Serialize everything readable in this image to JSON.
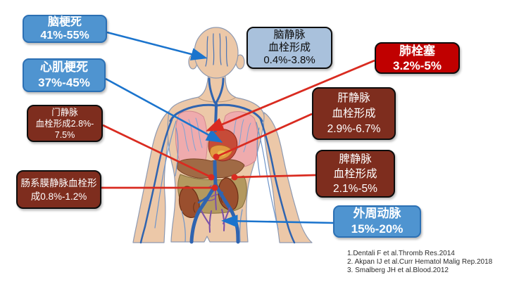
{
  "callouts": {
    "cerebral_infarction": {
      "line1": "脑梗死",
      "line2": "41%-55%"
    },
    "myocardial_infarction": {
      "line1": "心肌梗死",
      "line2": "37%-45%"
    },
    "portal_vein_thrombosis": {
      "line1": "门静脉",
      "line2": "血栓形成2.8%-",
      "line3": "7.5%"
    },
    "mesenteric_vein_thrombosis": {
      "line1": "肠系膜静脉血栓形",
      "line2": "成0.8%-1.2%"
    },
    "cerebral_venous_thrombosis": {
      "line1": "脑静脉",
      "line2": "血栓形成",
      "line3": "0.4%-3.8%"
    },
    "pulmonary_embolism": {
      "line1": "肺栓塞",
      "line2": "3.2%-5%"
    },
    "hepatic_vein_thrombosis": {
      "line1": "肝静脉",
      "line2": "血栓形成",
      "line3": "2.9%-6.7%"
    },
    "splenic_vein_thrombosis": {
      "line1": "脾静脉",
      "line2": "血栓形成",
      "line3": "2.1%-5%"
    },
    "peripheral_artery": {
      "line1": "外周动脉",
      "line2": "15%-20%"
    }
  },
  "references": [
    "1.Dentali F et al.Thromb Res.2014",
    "2. Akpan IJ et al.Curr Hematol Malig Rep.2018",
    "3. Smalberg JH et al.Blood.2012"
  ],
  "colors": {
    "blue_box": "#4f94d0",
    "blue_border": "#2c70b4",
    "maroon_box": "#7e2d1e",
    "red_box": "#c00000",
    "lightblue_box": "#a9c1dc",
    "box_border_dark": "#0d0d0d",
    "blue_line": "#1b74cd",
    "red_line": "#d92b20"
  }
}
